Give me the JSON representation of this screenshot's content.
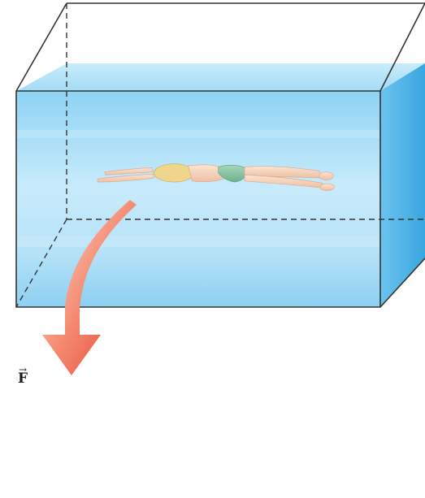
{
  "labels": {
    "force": "F",
    "vector_mark": "→"
  },
  "colors": {
    "water_light": "#d4eefc",
    "water_mid": "#a6dbf6",
    "water_deep": "#62bdea",
    "tank_edge": "#333333",
    "force_arrow": "#1a7ec8",
    "transfer_arrow_start": "#fbd3c6",
    "transfer_arrow_end": "#e44a33",
    "skin": "#f7d9c3",
    "skin_shadow": "#e8b99c",
    "hair": "#f0d68c",
    "swimsuit": "#8cc4a4"
  },
  "icons": {
    "swimmer": "swimmer-figure",
    "transfer": "curved-arrow",
    "force": "force-arrow"
  }
}
